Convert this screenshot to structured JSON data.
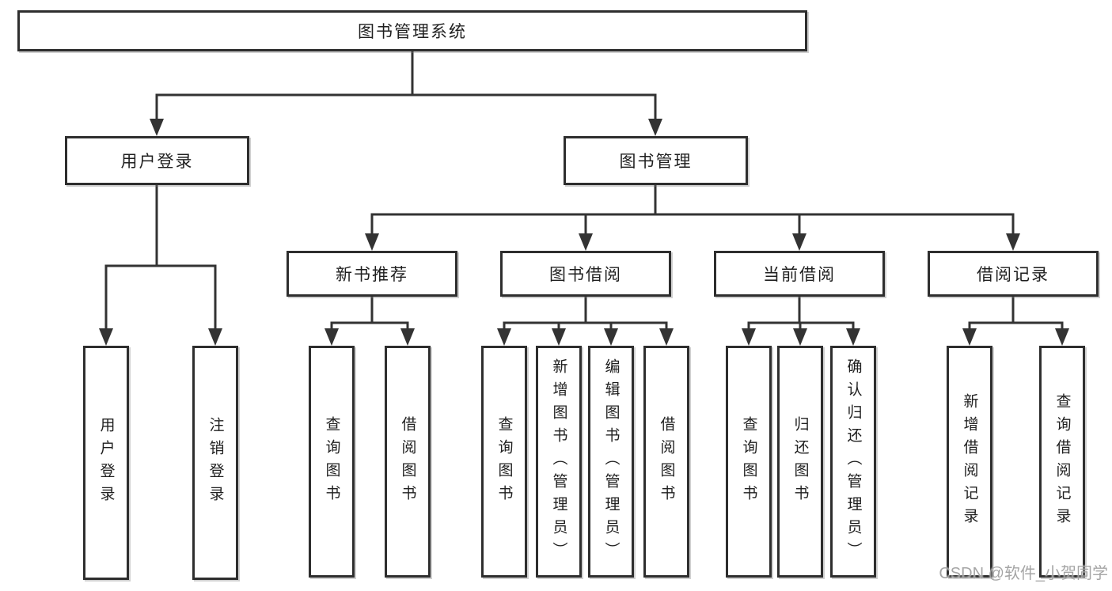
{
  "diagram": {
    "tree": {
      "label": "图书管理系统",
      "children": [
        {
          "label": "用户登录",
          "children": [
            {
              "label": "用户登录"
            },
            {
              "label": "注销登录"
            }
          ]
        },
        {
          "label": "图书管理",
          "children": [
            {
              "label": "新书推荐",
              "children": [
                {
                  "label": "查询图书"
                },
                {
                  "label": "借阅图书"
                }
              ]
            },
            {
              "label": "图书借阅",
              "children": [
                {
                  "label": "查询图书"
                },
                {
                  "label": "新增图书（管理员）"
                },
                {
                  "label": "编辑图书（管理员）"
                },
                {
                  "label": "借阅图书"
                }
              ]
            },
            {
              "label": "当前借阅",
              "children": [
                {
                  "label": "查询图书"
                },
                {
                  "label": "归还图书"
                },
                {
                  "label": "确认归还（管理员）"
                }
              ]
            },
            {
              "label": "借阅记录",
              "children": [
                {
                  "label": "新增借阅记录"
                },
                {
                  "label": "查询借阅记录"
                }
              ]
            }
          ]
        }
      ]
    },
    "colors": {
      "line": "#333333",
      "box_border": "#2e2e2e",
      "box_fill": "#ffffff",
      "text": "#1f1f1f",
      "watermark": "#9b9b9b"
    }
  },
  "watermark": {
    "text": "CSDN @软件_小贺同学"
  }
}
